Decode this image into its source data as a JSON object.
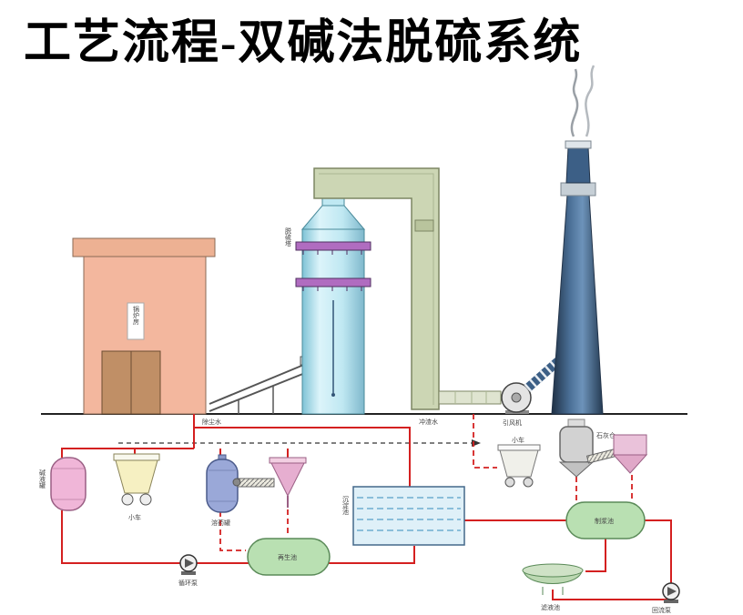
{
  "title": "工艺流程-双碱法脱硫系统",
  "colors": {
    "pipe_red": "#d42020",
    "building_salmon": "#f3b79e",
    "tower_cyan": "#bfe8f2",
    "duct_green": "#ccd6b4",
    "chimney_blue": "#3c5f86",
    "pool_blue": "#dff0f8",
    "vessel_green": "#b9e0b2",
    "tank_pink": "#f0b6d8",
    "tank_purple": "#9aa8d8",
    "flange_purple": "#b06cc0"
  },
  "labels": {
    "boiler_house": "锅炉房",
    "tower": "脱硫塔",
    "fan": "引风机",
    "dust_water": "除尘水",
    "slag_water": "冲渣水",
    "alkali_tank": "碱液罐",
    "cart1": "小车",
    "cart2": "小车",
    "dissolve_tank": "溶药罐",
    "settling_pool": "沉淀池",
    "lime_silo": "石灰仓",
    "slurry_tank": "制浆池",
    "regen_tank": "再生池",
    "pump1": "循环泵",
    "pump2": "回流泵",
    "basin": "滤液池"
  }
}
